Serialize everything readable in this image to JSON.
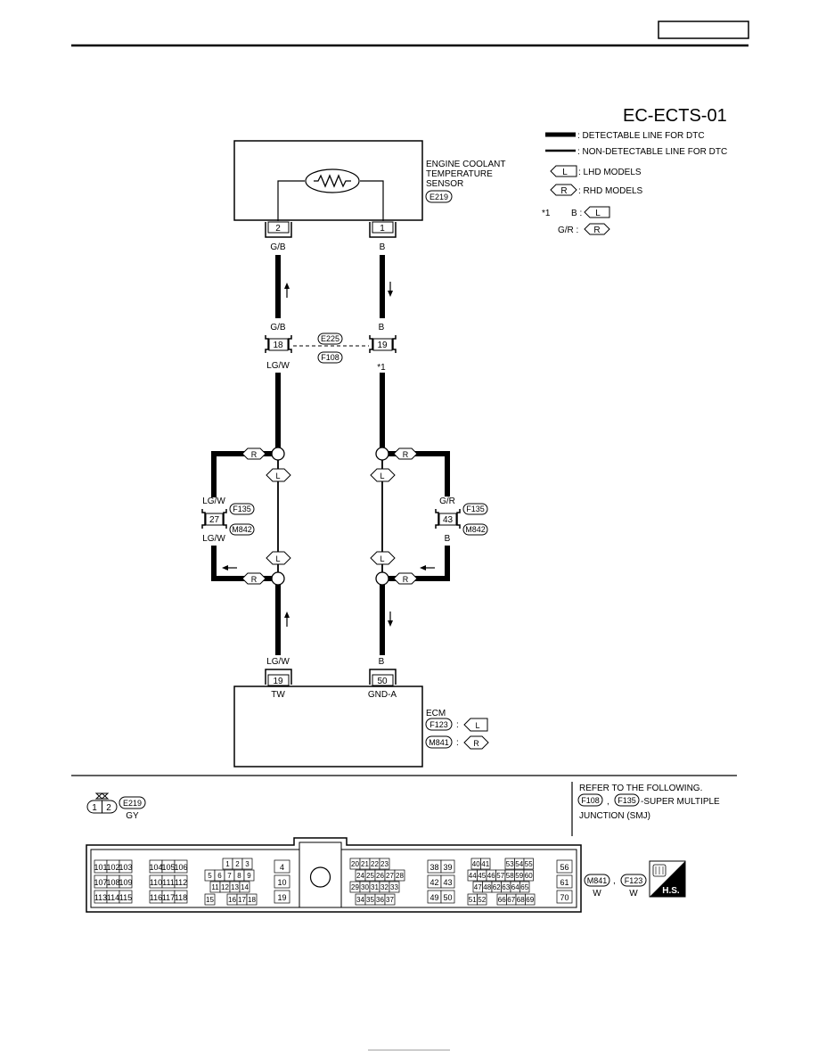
{
  "header": {
    "page_id_box": ""
  },
  "title": "EC-ECTS-01",
  "legend": {
    "detectable": ": DETECTABLE LINE FOR DTC",
    "non_detectable": ": NON-DETECTABLE LINE FOR DTC",
    "lhd_tag": "L",
    "lhd_text": ": LHD MODELS",
    "rhd_tag": "R",
    "rhd_text": ": RHD MODELS",
    "note_mark": "*1",
    "note_b_color": "B :",
    "note_gr_color": "G/R :"
  },
  "sensor": {
    "name_line1": "ENGINE COOLANT",
    "name_line2": "TEMPERATURE",
    "name_line3": "SENSOR",
    "connector": "E219",
    "pin_left": "2",
    "pin_right": "1"
  },
  "wires": {
    "gb_top": "G/B",
    "b_top": "B",
    "gb_mid": "G/B",
    "b_mid": "B",
    "lgw_under18": "LG/W",
    "star1": "*1",
    "lgw_left_top": "LG/W",
    "lgw_left_bot": "LG/W",
    "gr_right_top": "G/R",
    "b_right_bot": "B",
    "lgw_bottom": "LG/W",
    "b_bottom": "B"
  },
  "junction_e225": {
    "conn_top": "E225",
    "conn_bot": "F108",
    "pin_left": "18",
    "pin_right": "19"
  },
  "smj_left": {
    "pin": "27",
    "conn_top": "F135",
    "conn_bot": "M842"
  },
  "smj_right": {
    "pin": "43",
    "conn_top": "F135",
    "conn_bot": "M842"
  },
  "tags": {
    "r": "R",
    "l": "L"
  },
  "ecm": {
    "name": "ECM",
    "pin_left": "19",
    "pin_right": "50",
    "label_left": "TW",
    "label_right": "GND-A",
    "conn_l": "F123",
    "conn_r": "M841",
    "colon": ":",
    "lhd_tag": "L",
    "rhd_tag": "R"
  },
  "footer": {
    "e219_pins": [
      "1",
      "2"
    ],
    "e219_conn": "E219",
    "e219_color": "GY",
    "refer_line1": "REFER TO THE FOLLOWING.",
    "refer_conn1": "F108",
    "refer_comma": ",",
    "refer_conn2": "F135",
    "refer_suffix": "-SUPER MULTIPLE",
    "refer_line3": "JUNCTION (SMJ)",
    "ecm_conn1": "M841",
    "ecm_conn1_color": "W",
    "ecm_comma": ",",
    "ecm_conn2": "F123",
    "ecm_conn2_color": "W",
    "hs_label": "H.S.",
    "ecm_pin_groups": [
      [
        [
          "101",
          "102",
          "103"
        ],
        [
          "107",
          "108",
          "109"
        ],
        [
          "113",
          "114",
          "115"
        ]
      ],
      [
        [
          "104",
          "105",
          "106"
        ],
        [
          "110",
          "111",
          "112"
        ],
        [
          "116",
          "117",
          "118"
        ]
      ],
      [
        [
          "1",
          "2",
          "3"
        ],
        [
          "5",
          "6",
          "7",
          "8",
          "9"
        ],
        [
          "11",
          "12",
          "13",
          "14"
        ],
        [
          "15",
          "16",
          "17",
          "18"
        ]
      ],
      [
        [
          "4"
        ],
        [
          "10"
        ],
        [
          "19"
        ]
      ],
      [
        [
          "20",
          "21",
          "22",
          "23"
        ],
        [
          "24",
          "25",
          "26",
          "27",
          "28"
        ],
        [
          "29",
          "30",
          "31",
          "32",
          "33"
        ],
        [
          "34",
          "35",
          "36",
          "37"
        ]
      ],
      [
        [
          "38",
          "39"
        ],
        [
          "42",
          "43"
        ],
        [
          "49",
          "50"
        ]
      ],
      [
        [
          "40",
          "41",
          "53",
          "54",
          "55"
        ],
        [
          "44",
          "45",
          "46",
          "57",
          "58",
          "59",
          "60"
        ],
        [
          "47",
          "48",
          "62",
          "63",
          "64",
          "65"
        ],
        [
          "51",
          "52",
          "66",
          "67",
          "68",
          "69"
        ]
      ],
      [
        [
          "56"
        ],
        [
          "61"
        ],
        [
          "70"
        ]
      ]
    ]
  }
}
